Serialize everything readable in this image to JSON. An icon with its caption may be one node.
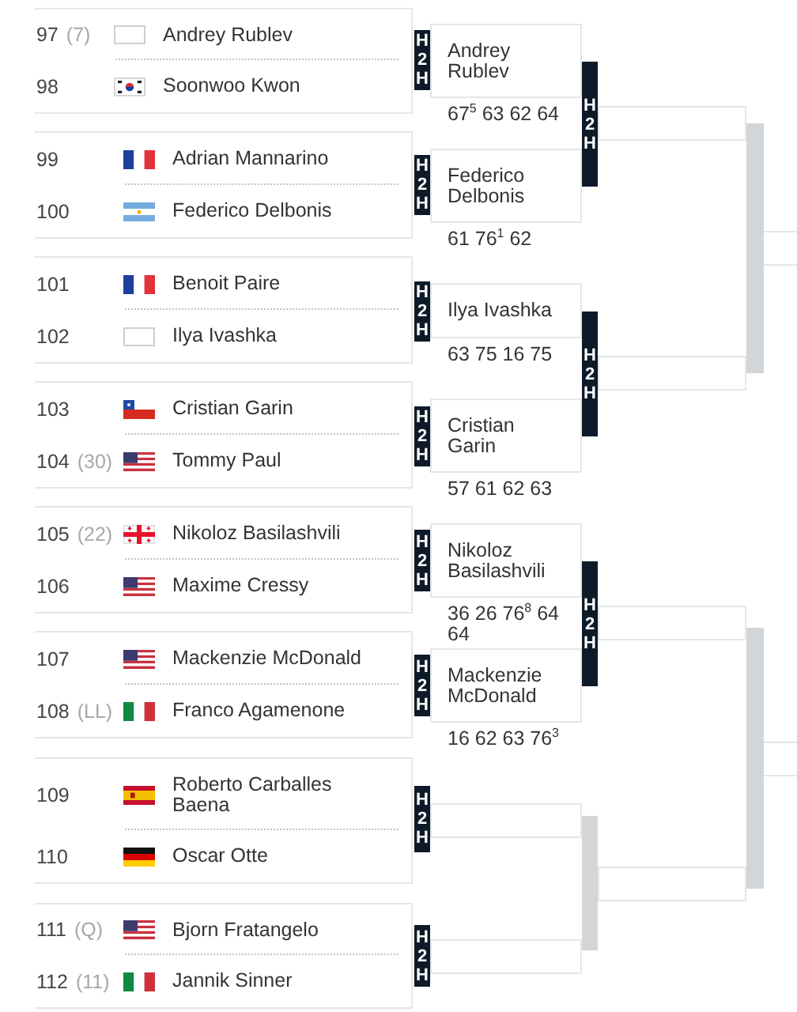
{
  "diagram": {
    "nodes": [
      {
        "text": [
          "97",
          "(7)",
          "Andrey Rublev",
          "98",
          "Soonwoo Kwon"
        ]
      },
      {
        "text": [
          "H2H"
        ]
      },
      {
        "text": [
          "99",
          "Adrian Mannarino",
          "100",
          "Federico Delbonis"
        ]
      },
      {
        "text": [
          "H2H"
        ]
      },
      {
        "text": [
          "101",
          "Benoit Paire",
          "102",
          "Ilya Ivashka"
        ]
      },
      {
        "text": [
          "H2H"
        ]
      },
      {
        "text": [
          "103",
          "Cristian Garin",
          "104",
          "(30)",
          "Tommy Paul"
        ]
      },
      {
        "text": [
          "H2H"
        ]
      },
      {
        "text": [
          "105",
          "(22)",
          "Nikoloz Basilashvili",
          "106",
          "Maxime Cressy"
        ]
      },
      {
        "text": [
          "H2H"
        ]
      },
      {
        "text": [
          "107",
          "Mackenzie McDonald",
          "108",
          "(LL)",
          "Franco Agamenone"
        ]
      },
      {
        "text": [
          "H2H"
        ]
      },
      {
        "text": [
          "109",
          "Roberto Carballes Baena",
          "110",
          "Oscar Otte"
        ]
      },
      {
        "text": [
          "H2H"
        ]
      },
      {
        "text": [
          "111",
          "(Q)",
          "Bjorn Fratangelo",
          "112",
          "(11)",
          "Jannik Sinner"
        ]
      },
      {
        "text": [
          "H2H"
        ]
      },
      {
        "text": [
          "Andrey Rublev"
        ],
        "beside": [
          "67$^{5}$ 63 62 64"
        ]
      },
      {
        "text": [
          "Federico Delbonis"
        ],
        "beside": [
          "61 76$^{1}$ 62"
        ]
      },
      {
        "text": [
          "H2H"
        ]
      },
      {
        "text": [
          "Ilya Ivashka"
        ],
        "beside": [
          "63 75 16 75"
        ]
      },
      {
        "text": [
          "Cristian Garin"
        ],
        "beside": [
          "57 61 62 63"
        ]
      },
      {
        "text": [
          "H2H"
        ]
      },
      {
        "text": [
          "Nikoloz Basilashvili"
        ],
        "beside": [
          "36 26 76$^{8}$ 64 64"
        ]
      },
      {
        "text": [
          "Mackenzie McDonald"
        ],
        "beside": [
          "16 62 63 76$^{3}$"
        ]
      },
      {
        "text": [
          "H2H"
        ]
      },
      {
        "text": [],
        "shape": "box"
      },
      {
        "text": [],
        "shape": "box"
      },
      {
        "text": [],
        "shape": "box"
      },
      {
        "text": [],
        "shape": "box"
      },
      {
        "text": [],
        "shape": "box"
      },
      {
        "text": [],
        "shape": "box"
      },
      {
        "text": [],
        "shape": "box"
      },
      {
        "text": [],
        "shape": "box"
      }
    ]
  }
}
